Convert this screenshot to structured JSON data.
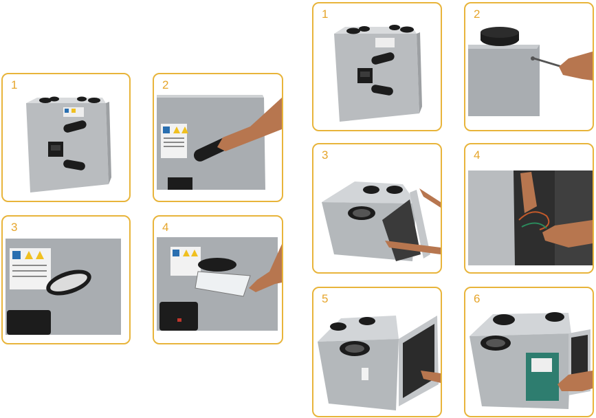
{
  "left_sequence": [
    {
      "number": "1",
      "photo": "ventilation unit front view"
    },
    {
      "number": "2",
      "photo": "hand pulling filter handle"
    },
    {
      "number": "3",
      "photo": "filter cover removed"
    },
    {
      "number": "4",
      "photo": "filter cassette pulled out"
    }
  ],
  "right_sequence": [
    {
      "number": "1",
      "photo": "ventilation unit front view"
    },
    {
      "number": "2",
      "photo": "unscrewing top screw"
    },
    {
      "number": "3",
      "photo": "removing front panel"
    },
    {
      "number": "4",
      "photo": "disconnecting wiring"
    },
    {
      "number": "5",
      "photo": "front panel opened"
    },
    {
      "number": "6",
      "photo": "replacing internal module"
    }
  ],
  "colors": {
    "border": "#e8b43a",
    "number": "#e6a52b",
    "unit": "#b9bcbf",
    "handle": "#1c1c1c"
  }
}
